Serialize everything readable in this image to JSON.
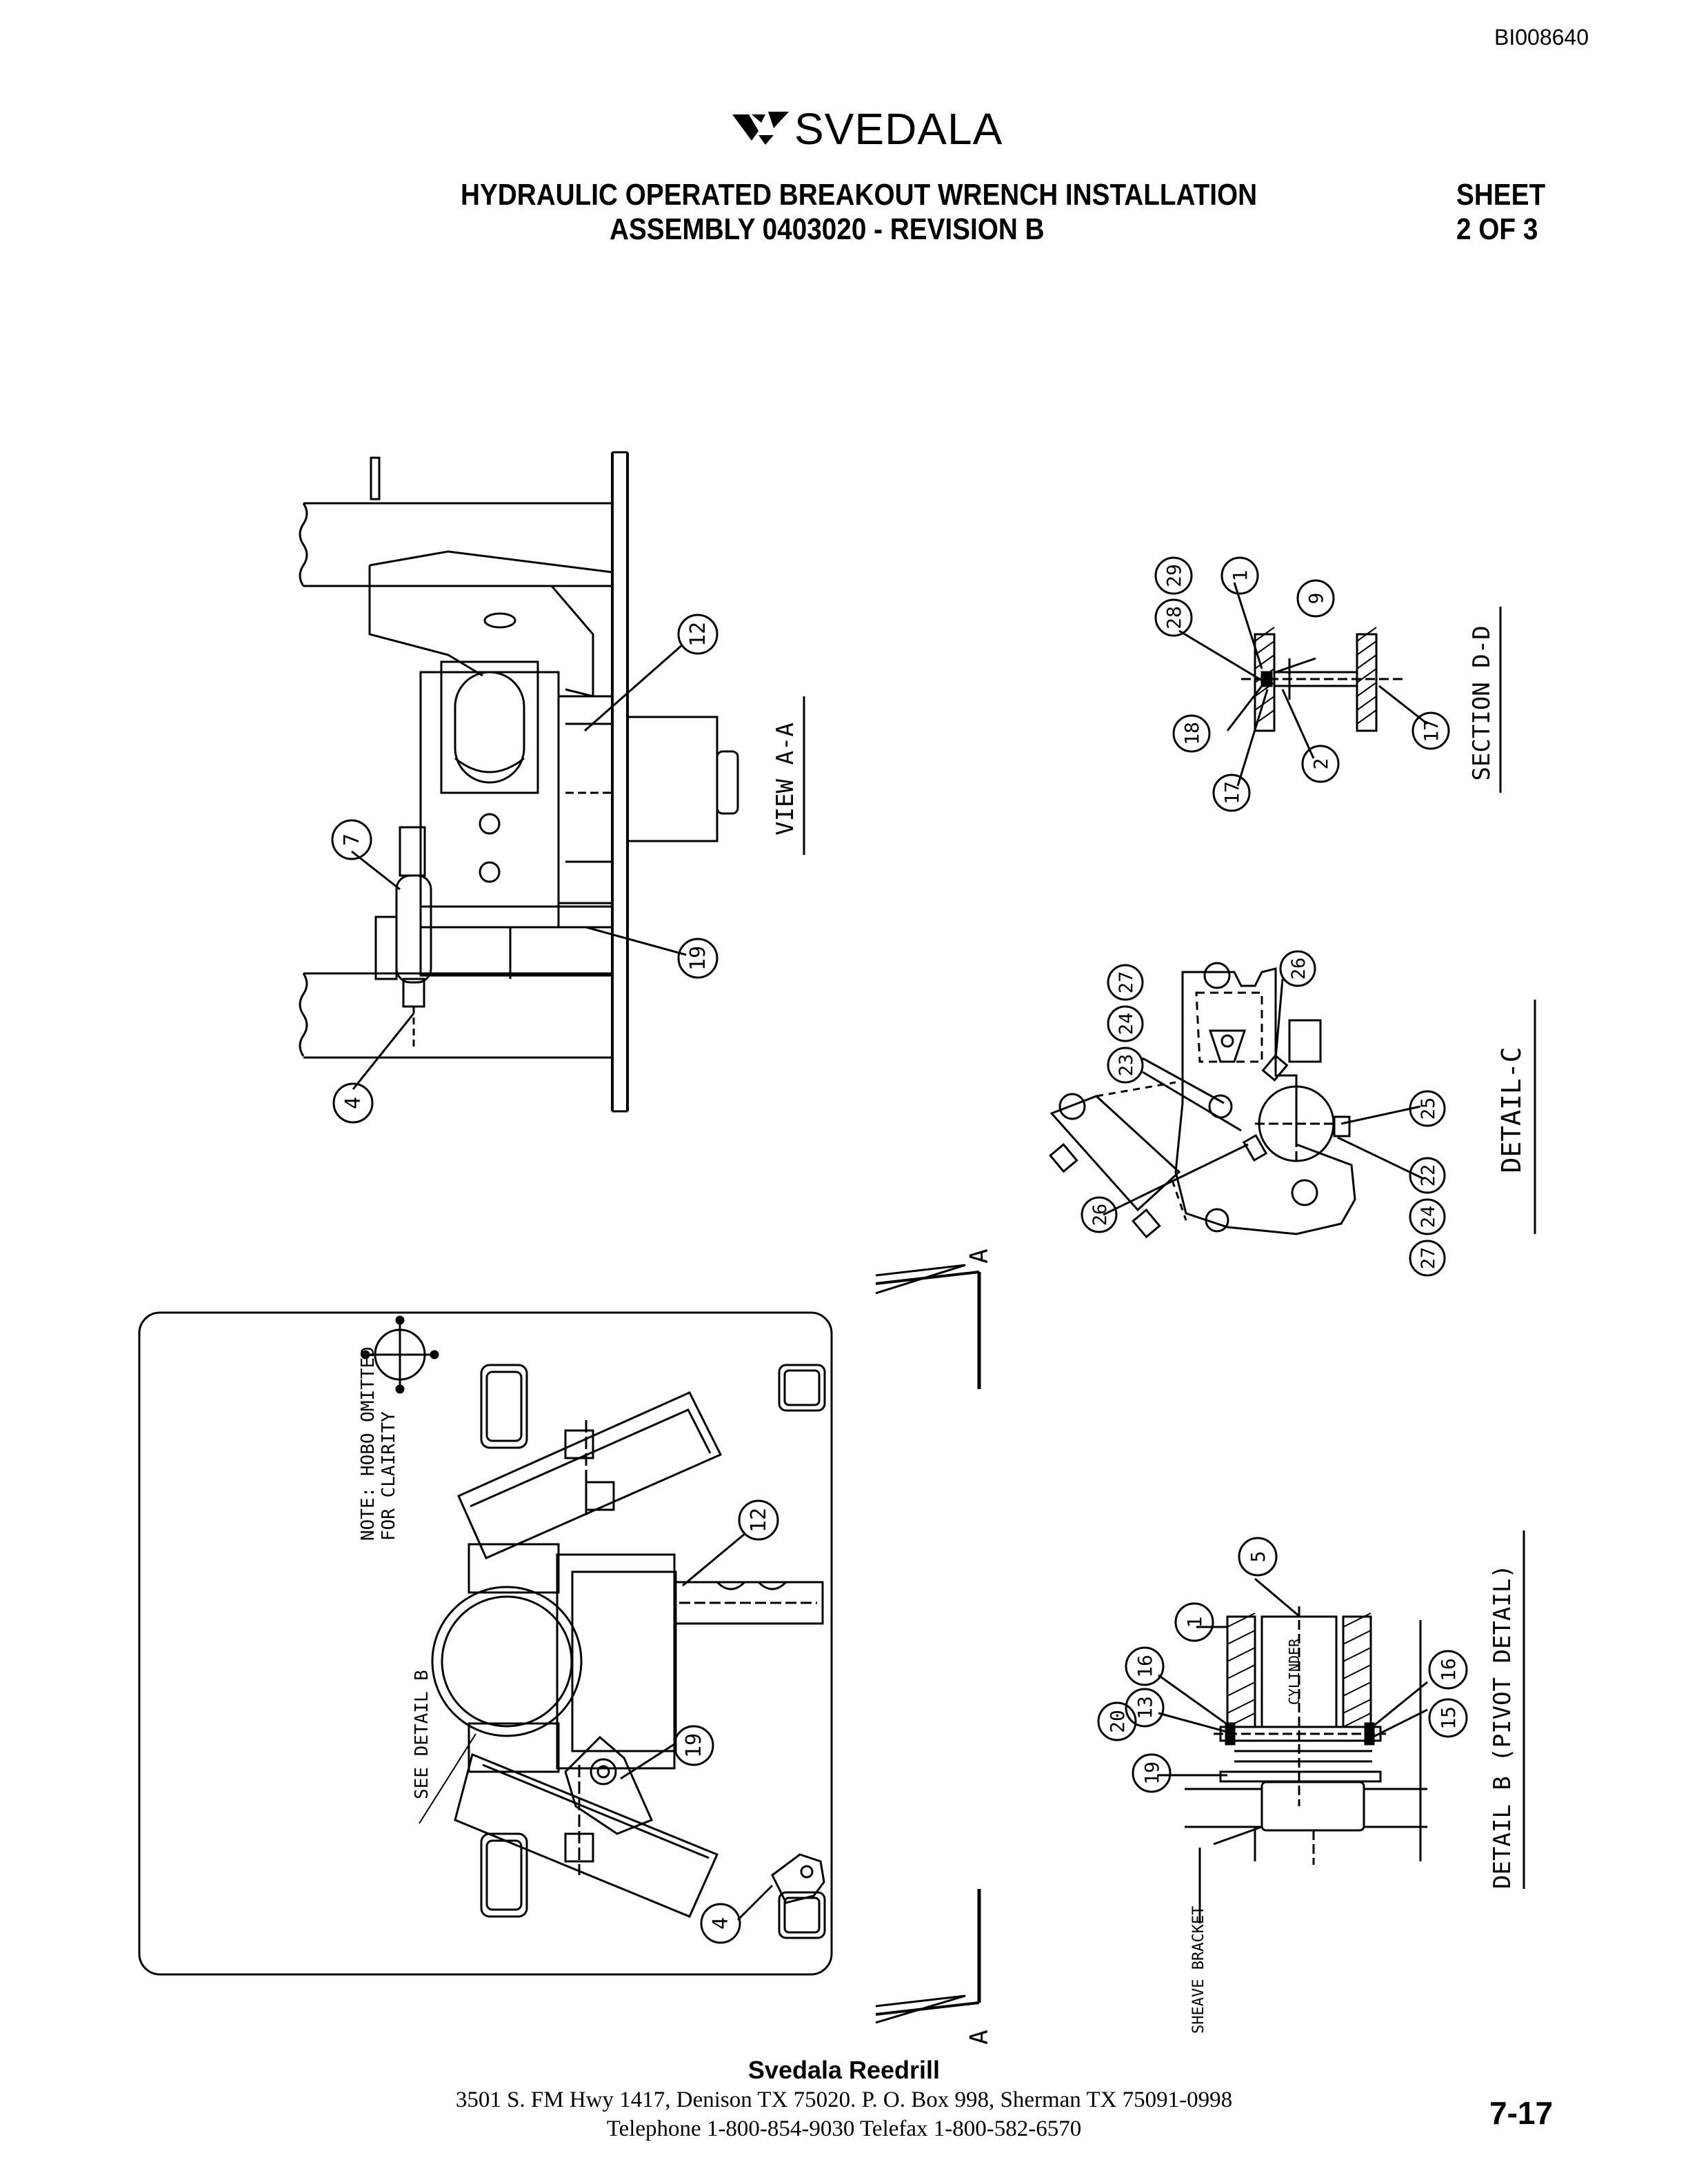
{
  "document_id": "BI008640",
  "logo_text": "SVEDALA",
  "title_line1": "HYDRAULIC OPERATED BREAKOUT WRENCH INSTALLATION",
  "title_line2": "ASSEMBLY 0403020  - REVISION B",
  "sheet_line1": "SHEET",
  "sheet_line2": "2 OF 3",
  "views": {
    "view_a_a": "VIEW A-A",
    "section_d_d": "SECTION D-D",
    "detail_c": "DETAIL-C",
    "detail_b": "DETAIL B (PIVOT DETAIL)"
  },
  "notes": {
    "note_line1": "NOTE: HOBO OMITTED",
    "note_line2": "FOR CLAIRITY",
    "see_detail": "SEE DETAIL B",
    "cylinder": "CYLINDER",
    "sheave_bracket": "SHEAVE BRACKET",
    "section_arrow": "A"
  },
  "balloons": {
    "view_a_a": [
      "12",
      "7",
      "19",
      "4"
    ],
    "section_d_d": [
      "29",
      "28",
      "1",
      "9",
      "18",
      "2",
      "17",
      "17"
    ],
    "detail_c": [
      "27",
      "24",
      "23",
      "26",
      "26",
      "25",
      "22",
      "24",
      "27"
    ],
    "plan": [
      "12",
      "19",
      "4"
    ],
    "detail_b": [
      "5",
      "1",
      "16",
      "13",
      "20",
      "19",
      "16",
      "15"
    ]
  },
  "footer": {
    "company": "Svedala Reedrill",
    "address": "3501 S. FM Hwy 1417, Denison TX  75020.    P. O. Box 998, Sherman TX  75091-0998",
    "phone": "Telephone 1-800-854-9030 Telefax 1-800-582-6570"
  },
  "page_number": "7-17"
}
